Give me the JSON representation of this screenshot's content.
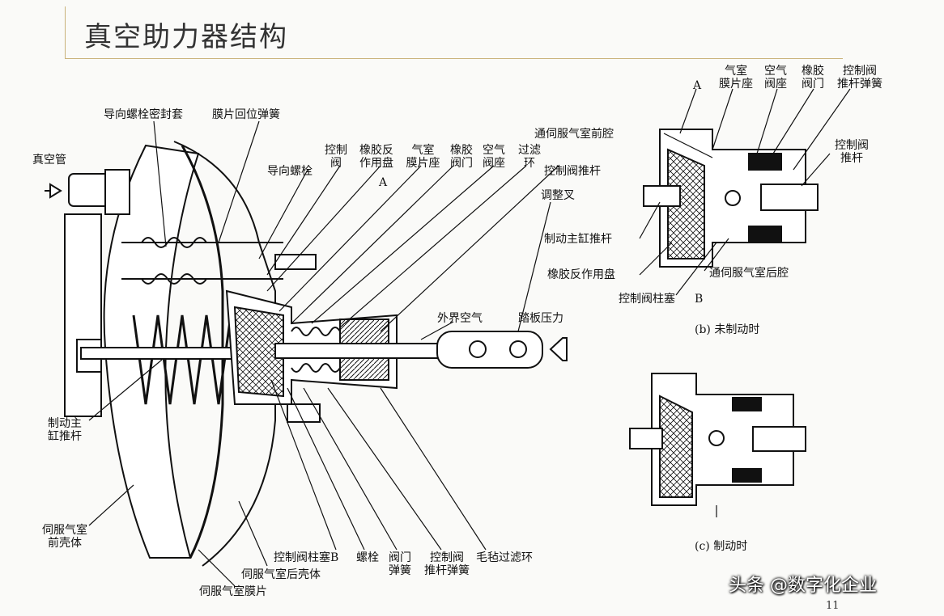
{
  "title": "真空助力器结构",
  "main_labels": {
    "guide_bolt_seal": "导向螺栓密封套",
    "diaphragm_return_spring": "膜片回位弹簧",
    "vacuum_pipe": "真空管",
    "control_valve": "控制\n阀",
    "rubber_reaction_disc": "橡胶反\n作用盘",
    "air_chamber_seat": "气室\n膜片座",
    "rubber_valve_gate": "橡胶\n阀门",
    "air_valve_seat": "空气\n阀座",
    "filter_ring": "过滤\n环",
    "guide_bolt": "导向螺栓",
    "marker_a": "A",
    "control_valve_push_rod": "控制阀推杆",
    "adjusting_fork": "调整叉",
    "outside_air": "外界空气",
    "pedal_force": "踏板压力",
    "master_cyl_push_rod": "制动主\n缸推杆",
    "front_housing": "伺服气室\n前壳体",
    "control_valve_plunger_b": "控制阀柱塞B",
    "rear_housing": "伺服气室后壳体",
    "diaphragm": "伺服气室膜片",
    "bolt": "螺栓",
    "valve_spring": "阀门\n弹簧",
    "push_rod_spring": "控制阀\n推杆弹簧",
    "felt_filter_ring": "毛毡过滤环"
  },
  "detail_b": {
    "marker_a": "A",
    "air_chamber_seat": "气室\n膜片座",
    "air_valve_seat": "空气\n阀座",
    "rubber_valve": "橡胶\n阀门",
    "push_rod_spring": "控制阀\n推杆弹簧",
    "front_chamber": "通伺服气室前腔",
    "control_valve_push_rod": "控制阀\n推杆",
    "master_push_rod": "制动主缸推杆",
    "rubber_reaction_disc": "橡胶反作用盘",
    "rear_chamber": "通伺服气室后腔",
    "plunger": "控制阀柱塞",
    "marker_b": "B",
    "caption": "(b) 未制动时"
  },
  "detail_c": {
    "caption": "(c) 制动时"
  },
  "watermark": "头条 @数字化企业",
  "page_number": "11"
}
